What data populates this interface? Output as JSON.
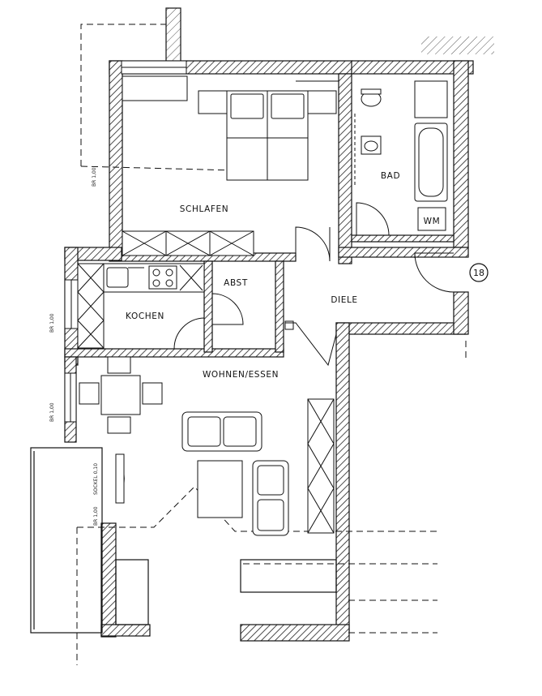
{
  "rooms": {
    "schlafen": "SCHLAFEN",
    "bad": "BAD",
    "kochen": "KOCHEN",
    "abst": "ABST",
    "diele": "DIELE",
    "wohnen": "WOHNEN/ESSEN"
  },
  "fixtures": {
    "wm": "WM"
  },
  "unit_number": "18",
  "dimension_labels": {
    "br_top": "BR 1,00",
    "br_kochen": "BR 1,00",
    "br_living": "BR 1,00",
    "sockel": "SOCKEL 0,10",
    "br_balcony": "BR 1,00"
  }
}
